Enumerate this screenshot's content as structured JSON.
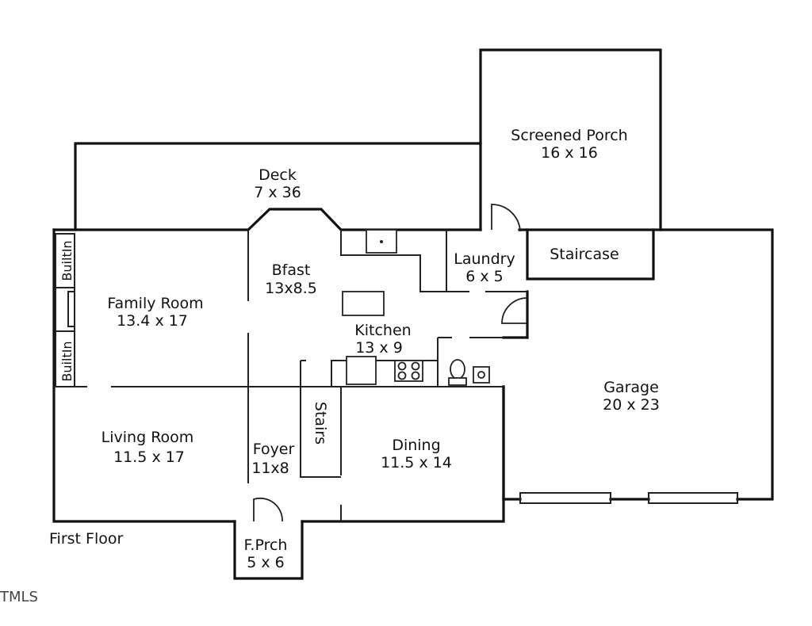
{
  "floor_label": "First Floor",
  "watermark": "TMLS",
  "rooms": {
    "screened_porch": {
      "name": "Screened Porch",
      "dims": "16 x 16"
    },
    "deck": {
      "name": "Deck",
      "dims": "7 x 36"
    },
    "bfast": {
      "name": "Bfast",
      "dims": "13x8.5"
    },
    "laundry": {
      "name": "Laundry",
      "dims": "6 x 5"
    },
    "staircase": {
      "name": "Staircase"
    },
    "family_room": {
      "name": "Family Room",
      "dims": "13.4 x 17"
    },
    "kitchen": {
      "name": "Kitchen",
      "dims": "13 x 9"
    },
    "garage": {
      "name": "Garage",
      "dims": "20 x 23"
    },
    "stairs": {
      "name": "Stairs"
    },
    "living_room": {
      "name": "Living Room",
      "dims": "11.5 x 17"
    },
    "foyer": {
      "name": "Foyer",
      "dims": "11x8"
    },
    "dining": {
      "name": "Dining",
      "dims": "11.5 x 14"
    },
    "front_porch": {
      "name": "F.Prch",
      "dims": "5 x 6"
    }
  },
  "builtins": {
    "upper": "BuiltIn",
    "lower": "BuiltIn"
  }
}
